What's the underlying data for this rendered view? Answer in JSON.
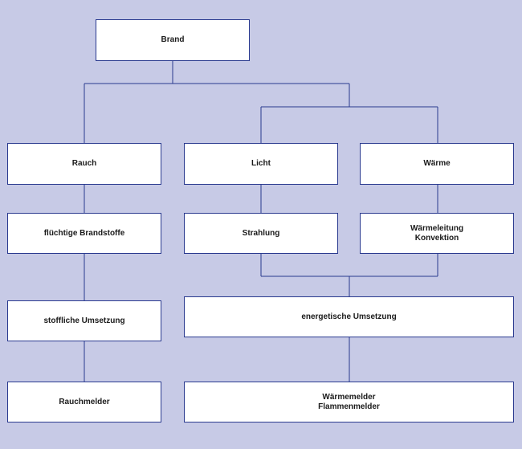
{
  "diagram": {
    "colors": {
      "background": "#c7cae6",
      "box_fill": "#ffffff",
      "box_border": "#2a3a8f",
      "connector": "#2a3a8f"
    },
    "nodes": {
      "brand": {
        "label": "Brand"
      },
      "rauch": {
        "label": "Rauch"
      },
      "licht": {
        "label": "Licht"
      },
      "waerme": {
        "label": "Wärme"
      },
      "fluechtige_brandstoffe": {
        "label": "flüchtige Brandstoffe"
      },
      "strahlung": {
        "label": "Strahlung"
      },
      "waermeleitung_konvektion": {
        "line1": "Wärmeleitung",
        "line2": "Konvektion"
      },
      "stoffliche_umsetzung": {
        "label": "stoffliche Umsetzung"
      },
      "energetische_umsetzung": {
        "label": "energetische Umsetzung"
      },
      "rauchmelder": {
        "label": "Rauchmelder"
      },
      "waermemelder_flammenmelder": {
        "line1": "Wärmemelder",
        "line2": "Flammenmelder"
      }
    }
  }
}
